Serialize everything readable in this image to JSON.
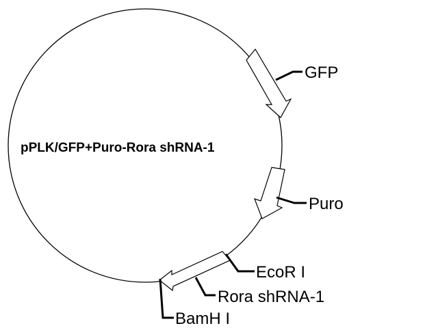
{
  "plasmid": {
    "name": "pPLK/GFP+Puro-Rora shRNA-1"
  },
  "features": [
    {
      "id": "gfp",
      "label": "GFP"
    },
    {
      "id": "puro",
      "label": "Puro"
    },
    {
      "id": "rora",
      "label": "Rora shRNA-1"
    }
  ],
  "sites": [
    {
      "id": "ecori",
      "label": "EcoR I"
    },
    {
      "id": "bamhi",
      "label": "BamH I"
    }
  ]
}
